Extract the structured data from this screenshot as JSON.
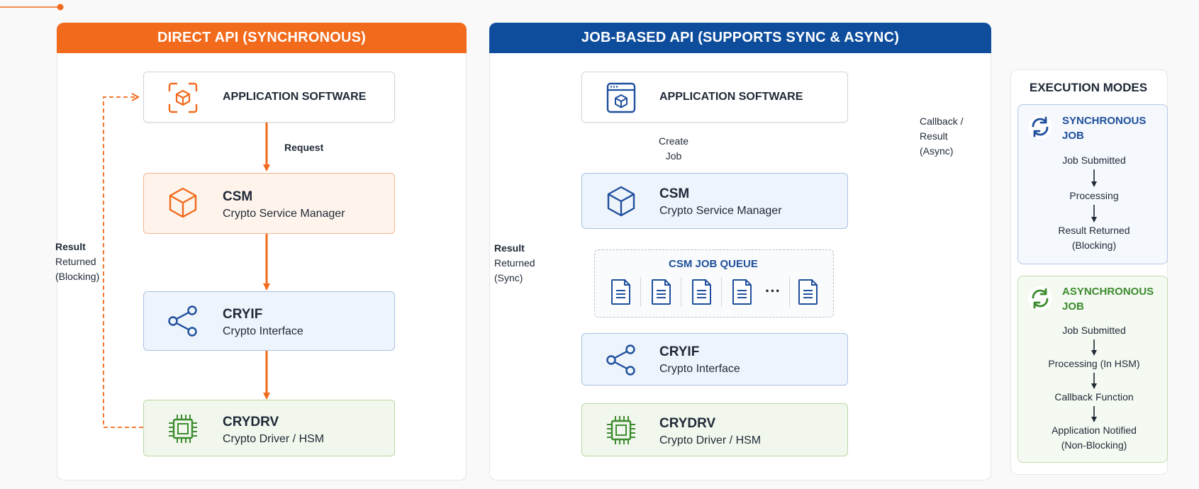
{
  "direct_api": {
    "header": "DIRECT API (SYNCHRONOUS)",
    "header_color": "#f26a1b",
    "app": {
      "title": "APPLICATION SOFTWARE"
    },
    "csm": {
      "title": "CSM",
      "subtitle": "Crypto Service Manager"
    },
    "cryif": {
      "title": "CRYIF",
      "subtitle": "Crypto Interface"
    },
    "crydrv": {
      "title": "CRYDRV",
      "subtitle": "Crypto Driver / HSM"
    },
    "request_label": "Request",
    "result_label": [
      "Result",
      "Returned",
      "(Blocking)"
    ]
  },
  "job_api": {
    "header": "JOB-BASED API (SUPPORTS SYNC & ASYNC)",
    "header_color": "#0e4d9c",
    "app": {
      "title": "APPLICATION SOFTWARE"
    },
    "create_job_label": [
      "Create",
      "Job"
    ],
    "csm": {
      "title": "CSM",
      "subtitle": "Crypto Service Manager"
    },
    "queue_title": "CSM JOB QUEUE",
    "queue_ellipsis": "···",
    "cryif": {
      "title": "CRYIF",
      "subtitle": "Crypto Interface"
    },
    "crydrv": {
      "title": "CRYDRV",
      "subtitle": "Crypto Driver / HSM"
    },
    "result_label": [
      "Result",
      "Returned",
      "(Sync)"
    ],
    "callback_label": [
      "Callback /",
      "Result",
      "(Async)"
    ]
  },
  "execution_modes": {
    "title": "EXECUTION MODES",
    "sync": {
      "title": [
        "SYNCHRONOUS",
        "JOB"
      ],
      "color": "#1e4f9c",
      "steps": [
        "Job Submitted",
        "Processing",
        "Result Returned",
        "(Blocking)"
      ]
    },
    "async": {
      "title": [
        "ASYNCHRONOUS",
        "JOB"
      ],
      "color": "#3d8b2f",
      "steps": [
        "Job Submitted",
        "Processing (In HSM)",
        "Callback Function",
        "Application Notified",
        "(Non-Blocking)"
      ]
    }
  }
}
